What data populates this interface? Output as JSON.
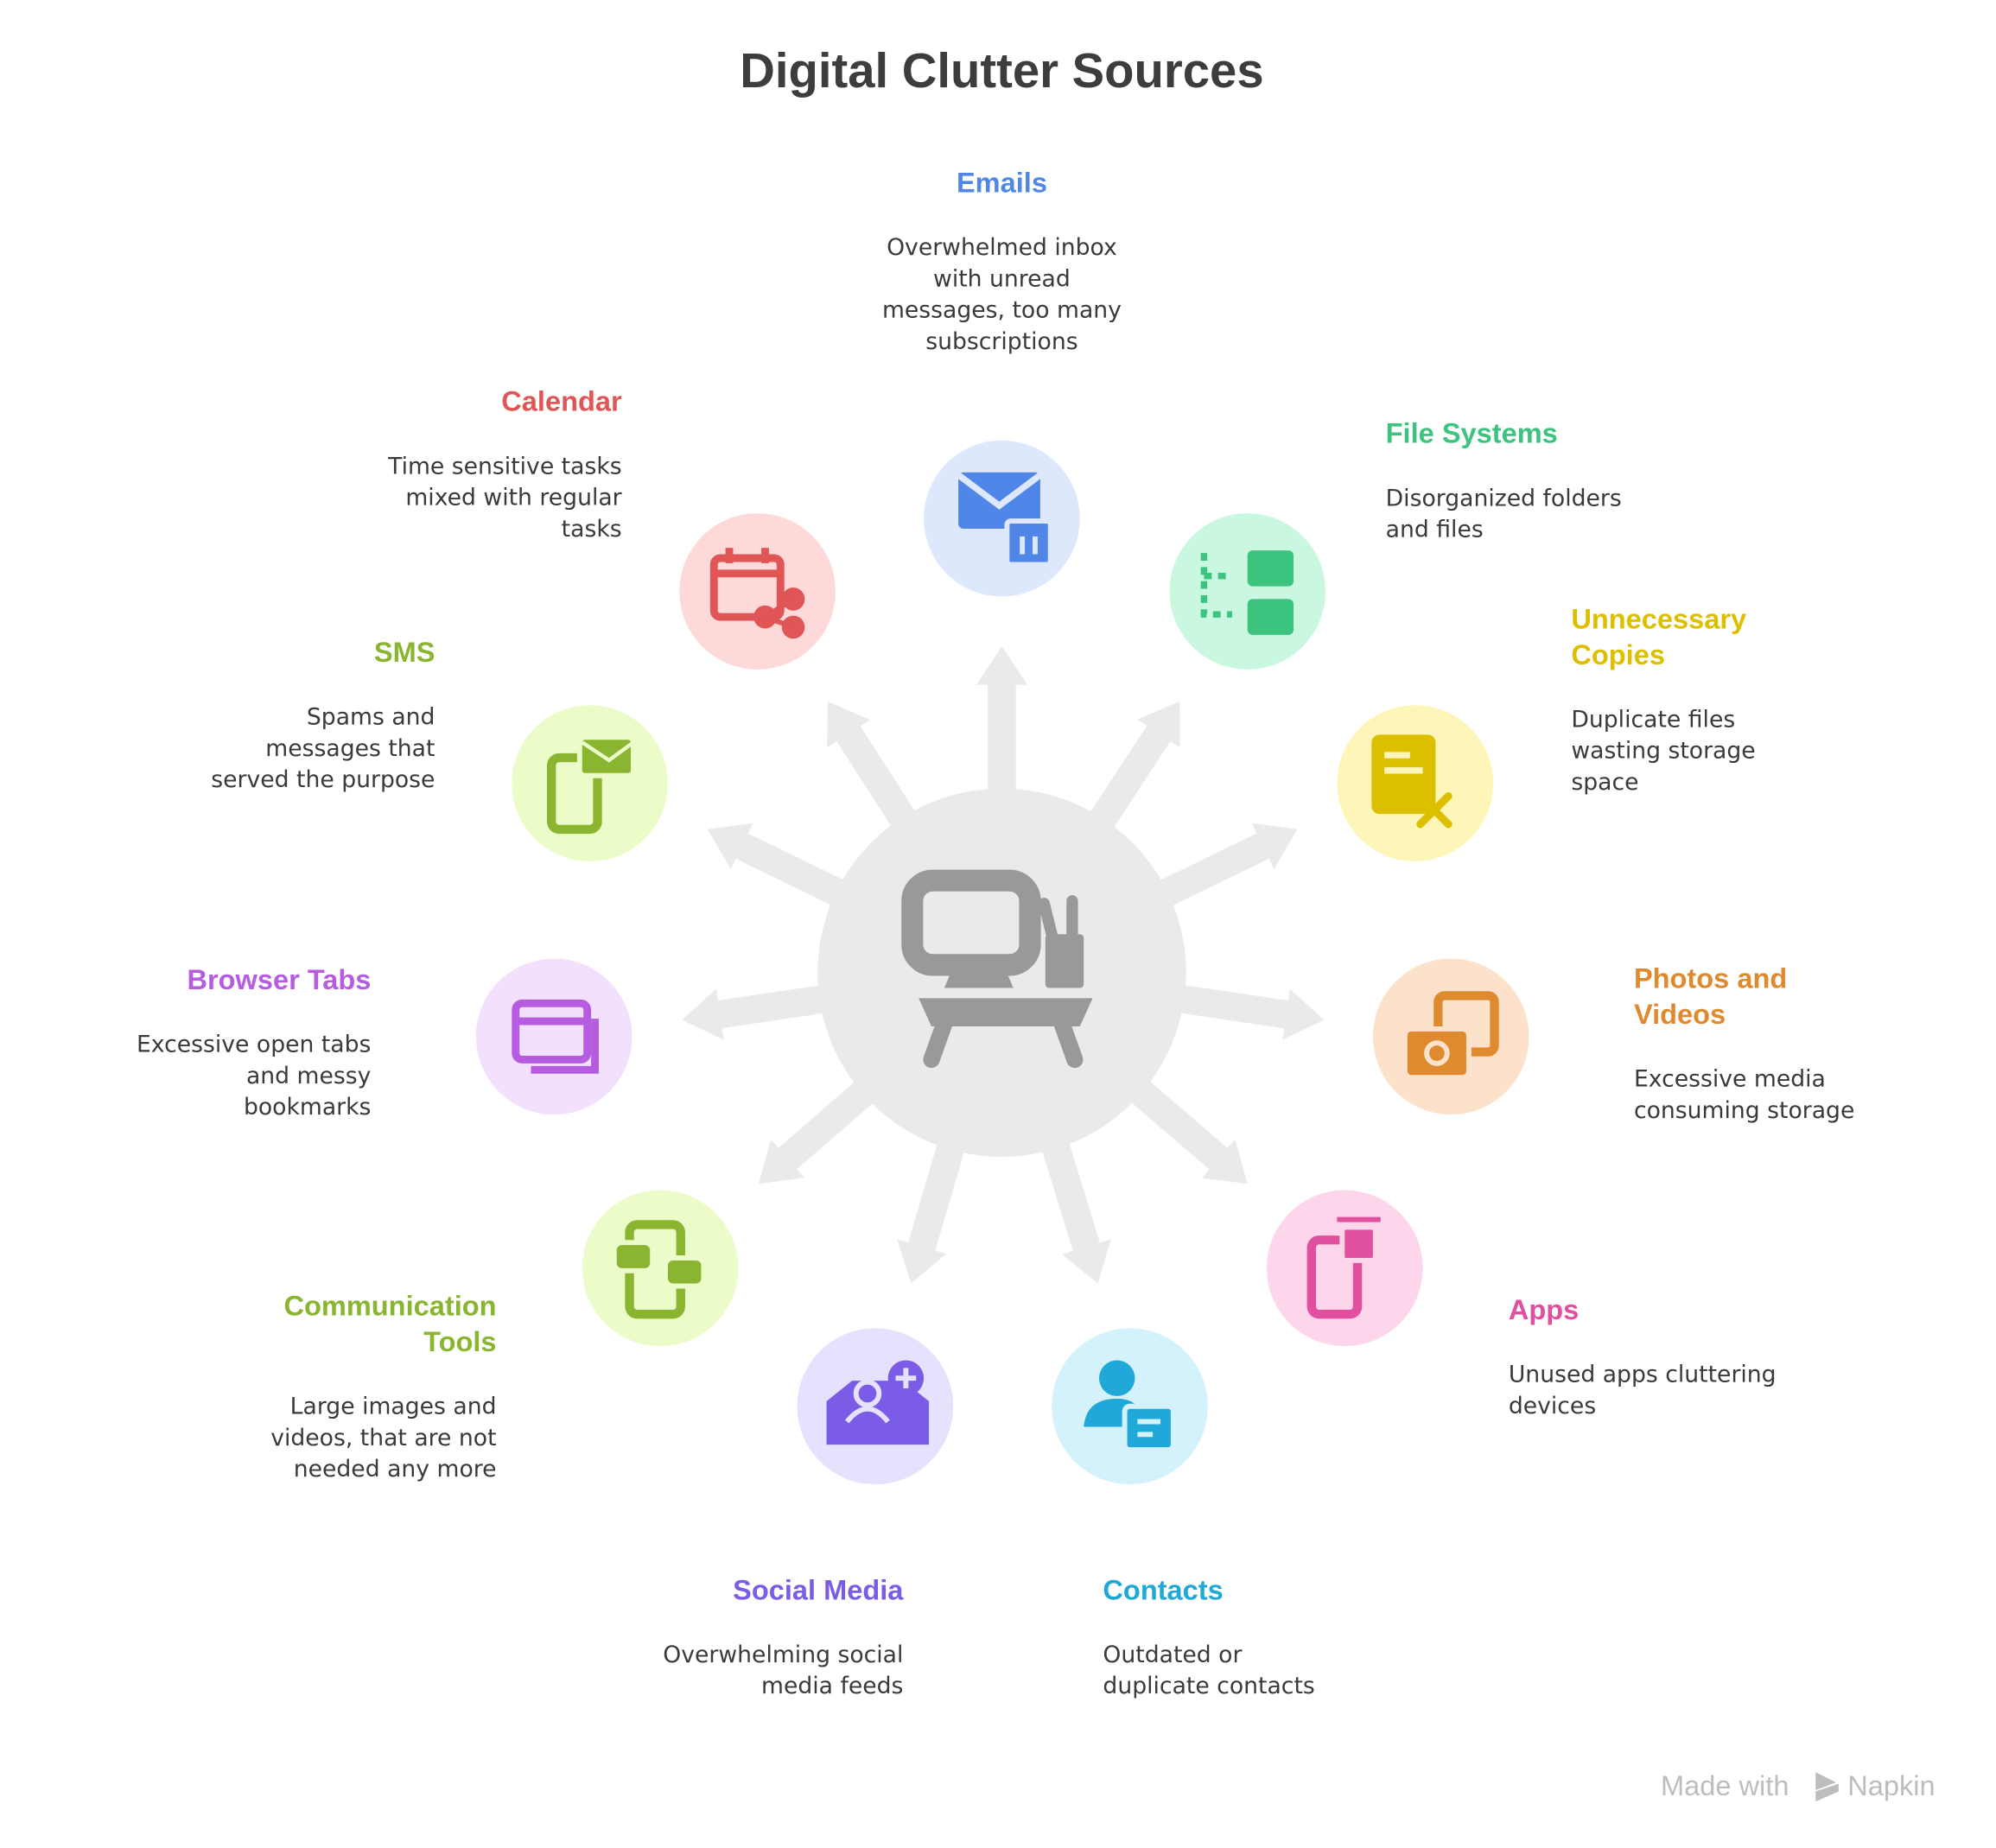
{
  "title": "Digital Clutter Sources",
  "watermark": {
    "prefix": "Made with",
    "brand": "Napkin"
  },
  "center_icon": "desk-computer-icon",
  "items": [
    {
      "id": "emails",
      "title": [
        "Emails"
      ],
      "desc": [
        "Overwhelmed inbox",
        "with unread",
        "messages, too many",
        "subscriptions"
      ],
      "color": "#4f86e8",
      "bg": "#dde8fd",
      "icon": "mail-trash-icon"
    },
    {
      "id": "file-systems",
      "title": [
        "File Systems"
      ],
      "desc": [
        "Disorganized folders",
        "and files"
      ],
      "color": "#3cc47f",
      "bg": "#c9f7df",
      "icon": "folder-tree-icon"
    },
    {
      "id": "unnecessary-copies",
      "title": [
        "Unnecessary",
        "Copies"
      ],
      "desc": [
        "Duplicate files",
        "wasting storage",
        "space"
      ],
      "color": "#dcc000",
      "bg": "#fdf6b8",
      "icon": "file-delete-icon"
    },
    {
      "id": "photos-videos",
      "title": [
        "Photos and",
        "Videos"
      ],
      "desc": [
        "Excessive media",
        "consuming storage"
      ],
      "color": "#e08a30",
      "bg": "#fde2cb",
      "icon": "camera-stack-icon"
    },
    {
      "id": "apps",
      "title": [
        "Apps"
      ],
      "desc": [
        "Unused apps cluttering",
        "devices"
      ],
      "color": "#e0509e",
      "bg": "#fdd6ec",
      "icon": "phone-app-icon"
    },
    {
      "id": "contacts",
      "title": [
        "Contacts"
      ],
      "desc": [
        "Outdated or",
        "duplicate contacts"
      ],
      "color": "#1fa8d8",
      "bg": "#d4f2fc",
      "icon": "contact-card-icon"
    },
    {
      "id": "social-media",
      "title": [
        "Social Media"
      ],
      "desc": [
        "Overwhelming social",
        "media feeds"
      ],
      "color": "#7b5ce6",
      "bg": "#e6e1fd",
      "icon": "user-inbox-add-icon"
    },
    {
      "id": "communication-tools",
      "title": [
        "Communication",
        "Tools"
      ],
      "desc": [
        "Large images and",
        "videos, that are not",
        "needed any more"
      ],
      "color": "#8ab531",
      "bg": "#ecfcc9",
      "icon": "chat-bubbles-icon"
    },
    {
      "id": "browser-tabs",
      "title": [
        "Browser Tabs"
      ],
      "desc": [
        "Excessive open tabs",
        "and messy",
        "bookmarks"
      ],
      "color": "#b65ce0",
      "bg": "#f3e0fc",
      "icon": "browser-windows-icon"
    },
    {
      "id": "sms",
      "title": [
        "SMS"
      ],
      "desc": [
        "Spams and",
        "messages that",
        "served the purpose"
      ],
      "color": "#8ab531",
      "bg": "#ecfcc9",
      "icon": "phone-message-icon"
    },
    {
      "id": "calendar",
      "title": [
        "Calendar"
      ],
      "desc": [
        "Time sensitive tasks",
        "mixed with regular",
        "tasks"
      ],
      "color": "#e05555",
      "bg": "#fdd9d9",
      "icon": "calendar-share-icon"
    }
  ]
}
